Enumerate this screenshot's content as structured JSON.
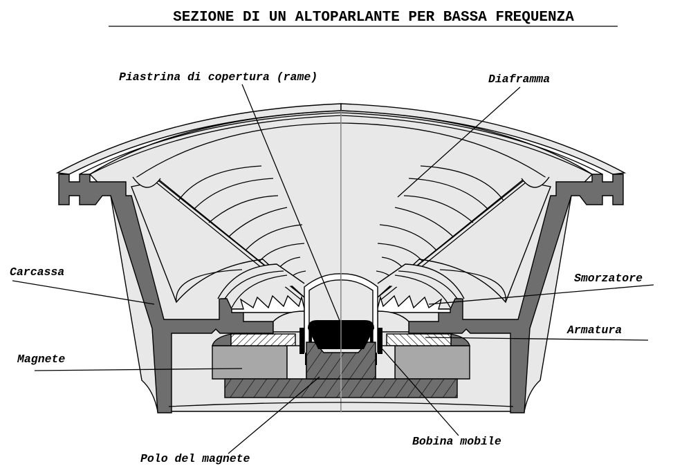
{
  "title": "SEZIONE DI UN ALTOPARLANTE PER BASSA FREQUENZA",
  "labels": {
    "piastrina": "Piastrina di copertura (rame)",
    "diaframma": "Diaframma",
    "carcassa": "Carcassa",
    "smorzatore": "Smorzatore",
    "armatura": "Armatura",
    "magnete": "Magnete",
    "bobina": "Bobina mobile",
    "polo": "Polo del magnete"
  },
  "colors": {
    "frame": "#6e6e6e",
    "cone": "#e8e8e8",
    "magnet": "#a8a8a8",
    "coil": "#000000"
  }
}
